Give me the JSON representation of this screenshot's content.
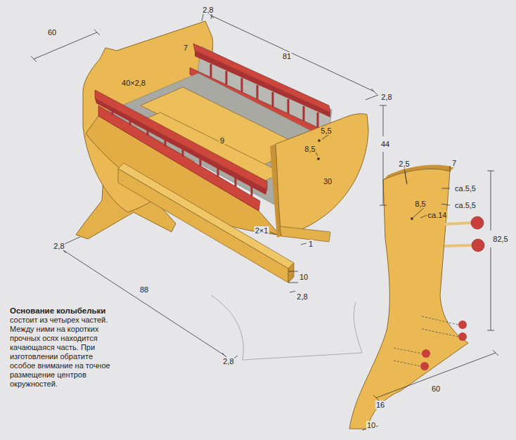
{
  "diagram": {
    "title": "Основание колыбельки",
    "caption": "состоит из четырех частей. Между ними на коротких прочных осях находится качающаяся часть. При изготовлении обратите особое внимание на точное размещение центров окружностей.",
    "labels": [
      "2,8",
      "60",
      "81",
      "7",
      "40×2,8",
      "2,8",
      "5,5",
      "8,5",
      "9",
      "44",
      "30",
      "2,5",
      "7",
      "ca.5,5",
      "ca.5,5",
      "8,5",
      "ca.14",
      "82,5",
      "2,8",
      "2×1",
      "1",
      "88",
      "10",
      "2,8",
      "2,8",
      "60",
      "16",
      "10"
    ]
  }
}
